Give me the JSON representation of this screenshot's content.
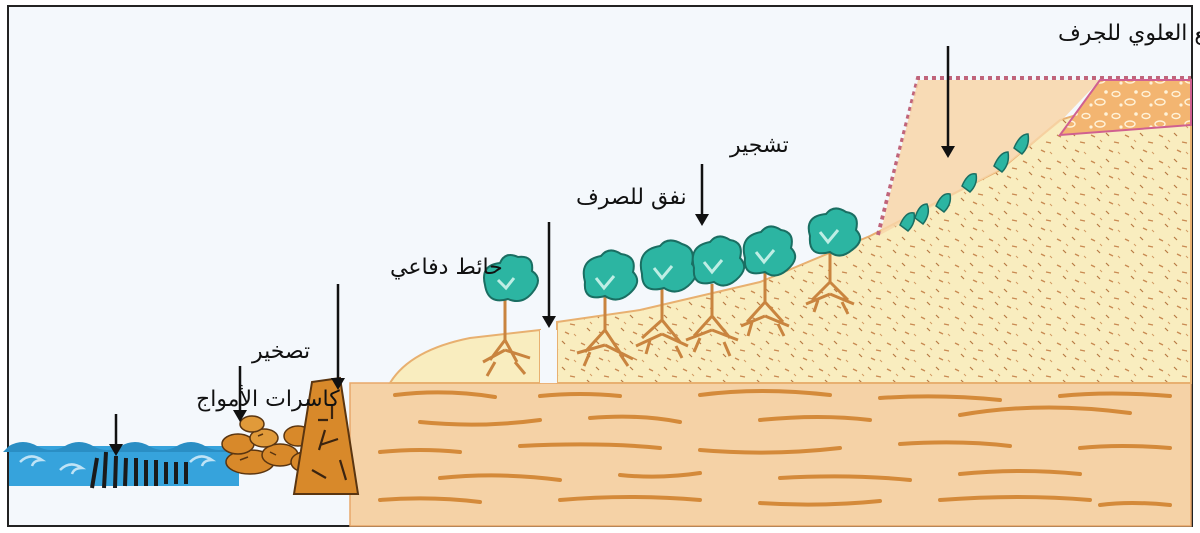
{
  "labels": {
    "slope_profile": "تغيير نسق المقطع العلوي للجرف",
    "planting": "تشجير",
    "drain_tunnel": "نفق للصرف",
    "defensive_wall": "حائط دفاعي",
    "rocks": "تصخير",
    "breakwaters": "كاسرات الأمواج"
  },
  "colors": {
    "water": "#36a3dc",
    "sand": "#f9edbf",
    "bedrock": "#f5d2a6",
    "cap_rock": "#f3b571",
    "rock_brown": "#d8892a",
    "tree_green": "#2cb5a2",
    "root_brown": "#c9843f",
    "dotted_outline": "#c0647a"
  }
}
